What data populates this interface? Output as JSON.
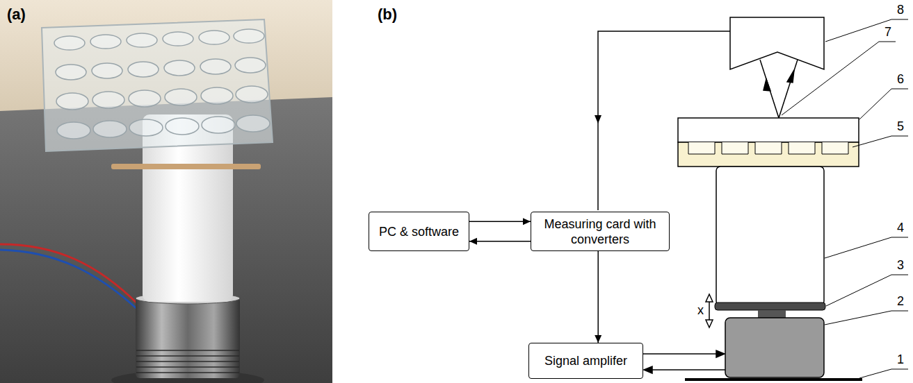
{
  "diagram": {
    "nodes": [
      {
        "text": [
          "PC & software"
        ]
      },
      {
        "text": [
          "Measuring card with converters"
        ]
      },
      {
        "text": [
          "Signal amplifer"
        ]
      }
    ],
    "edges": [
      {
        "from": 0,
        "to": 1,
        "arrow": "to"
      },
      {
        "from": 1,
        "to": 0,
        "arrow": "to"
      },
      {
        "from": 1,
        "to": 2,
        "arrow": "to"
      }
    ],
    "labels": [
      "(a)",
      "(b)",
      "8",
      "7",
      "6",
      "5",
      "4",
      "3",
      "2",
      "1",
      "x"
    ]
  }
}
